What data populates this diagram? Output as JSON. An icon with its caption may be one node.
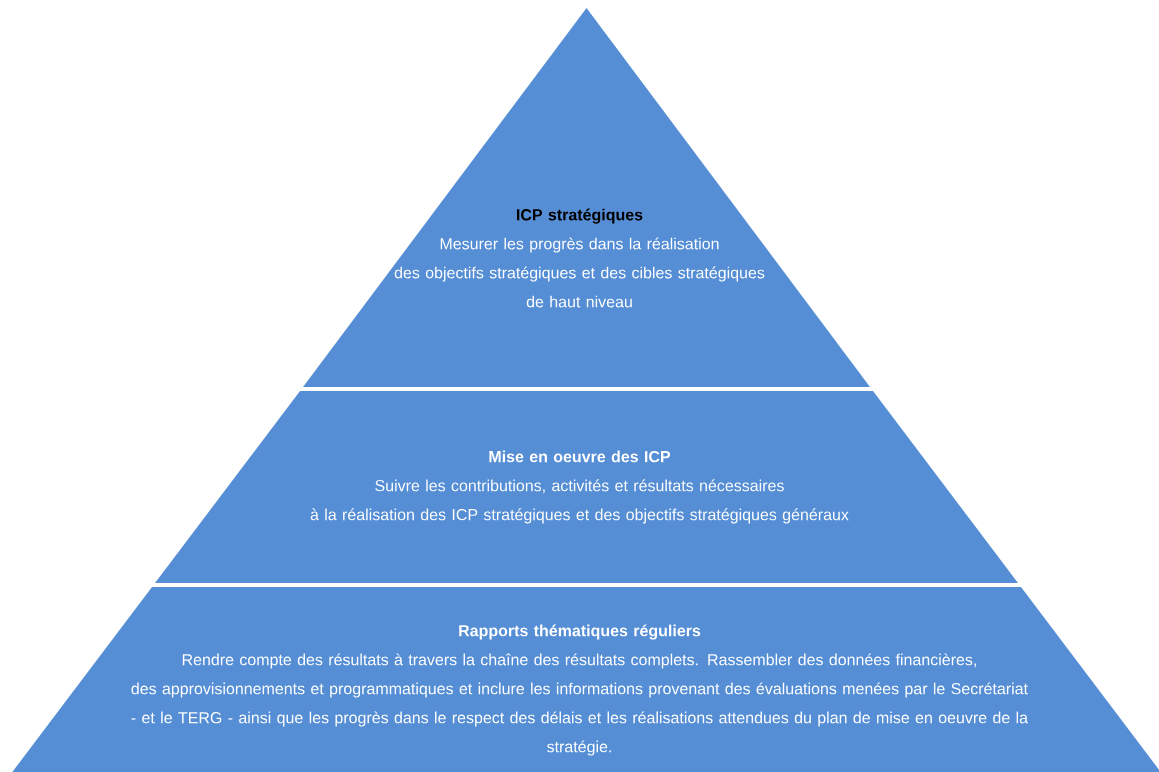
{
  "diagram": {
    "nodes": [
      {
        "text": [
          "ICP stratégiques",
          "Mesurer les progrès dans la réalisation des objectifs stratégiques et des cibles stratégiques de haut niveau"
        ]
      },
      {
        "text": [
          "Mise en oeuvre des ICP",
          "Suivre les contributions, activités et résultats nécessaires à la réalisation des ICP stratégiques et des objectifs stratégiques généraux"
        ]
      },
      {
        "text": [
          "Rapports thématiques réguliers",
          "Rendre compte des résultats à travers la chaîne des résultats complets. Rassembler des données financières, des approvisionnements et programmatiques et inclure les informations provenant des évaluations menées par le Secrétariat - et le TERG - ainsi que les progrès dans le respect des délais et les réalisations attendues du plan de mise en oeuvre de la stratégie."
        ]
      }
    ]
  }
}
